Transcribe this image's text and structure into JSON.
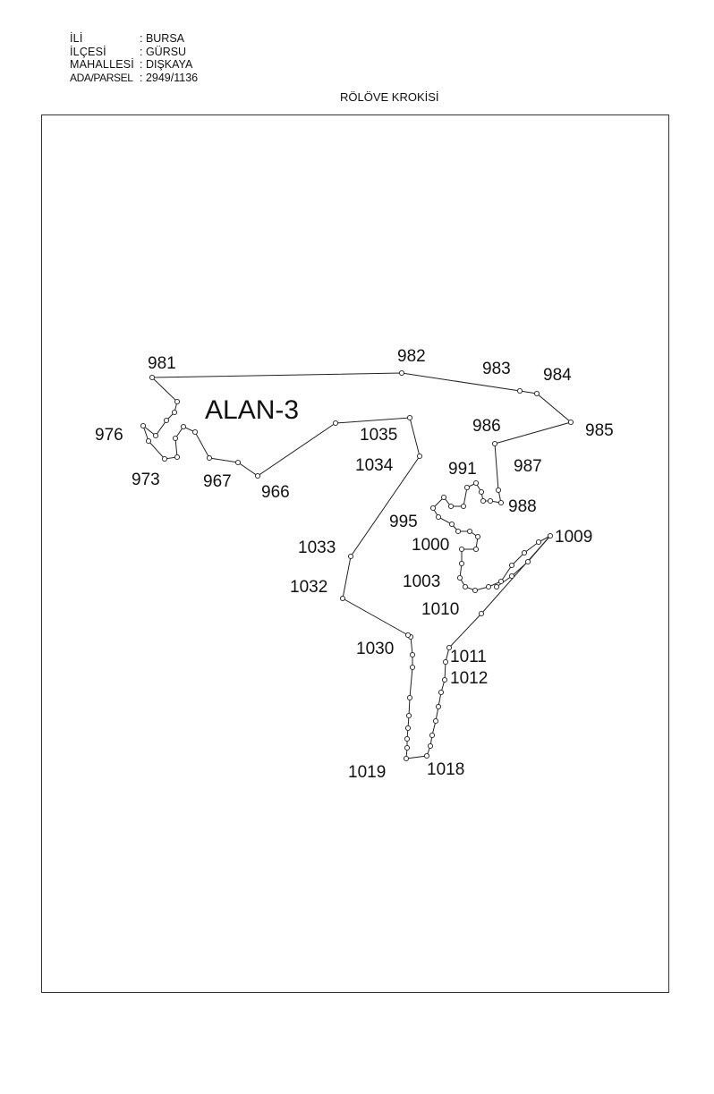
{
  "header": {
    "rows": [
      {
        "key": "İLİ",
        "value": ": BURSA"
      },
      {
        "key": "İLÇESİ",
        "value": ": GÜRSU"
      },
      {
        "key": "MAHALLESİ",
        "value": ": DIŞKAYA"
      },
      {
        "key": "ADA/PARSEL",
        "value": ": 2949/1136"
      }
    ],
    "title": "RÖLÖVE KROKİSİ"
  },
  "diagram": {
    "area_label": "ALAN-3",
    "point_labels": [
      "981",
      "982",
      "983",
      "984",
      "985",
      "986",
      "987",
      "988",
      "991",
      "995",
      "1000",
      "1003",
      "1009",
      "1010",
      "1011",
      "1012",
      "1018",
      "1019",
      "1030",
      "1032",
      "1033",
      "1034",
      "1035",
      "966",
      "967",
      "973",
      "976"
    ],
    "line_color": "#222222"
  }
}
